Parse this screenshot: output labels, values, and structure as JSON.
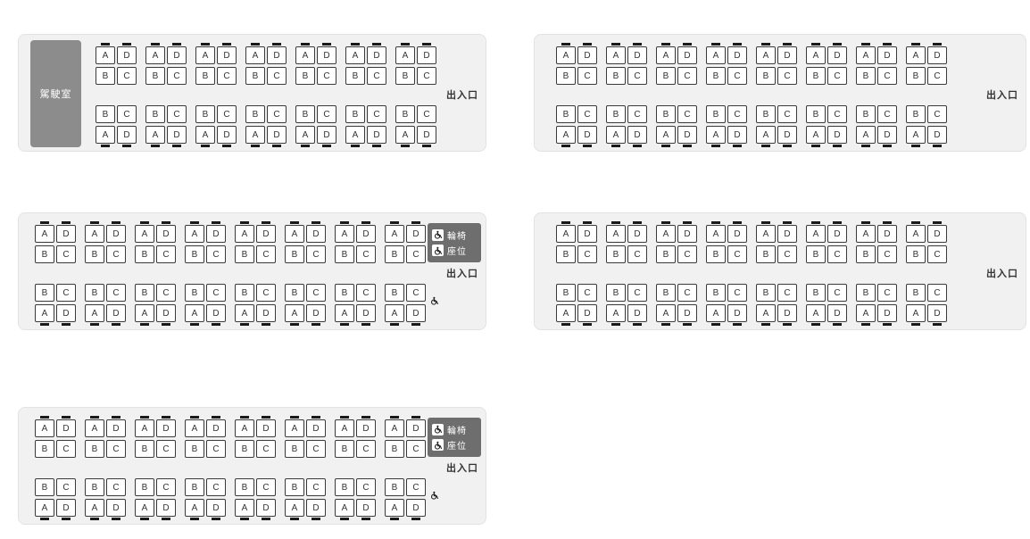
{
  "colors": {
    "page_bg": "#ffffff",
    "car_bg": "#f1f1f1",
    "car_border": "#e3e3e3",
    "seat_bg": "#ffffff",
    "seat_border": "#3a3a3a",
    "seat_text": "#333333",
    "headrest": "#1a1a1a",
    "cab_bg": "#8c8c8c",
    "cab_text": "#ffffff",
    "exit_text": "#333333",
    "wheelchair_zone_bg": "#6e6e6e",
    "wheelchair_zone_text": "#ffffff",
    "wheelchair_glyph": "#222222"
  },
  "labels": {
    "driver_cab": "駕駛室",
    "exit": "出入口",
    "wheelchair_line1": "輪椅",
    "wheelchair_line2": "座位"
  },
  "seat_rows": {
    "upper_bank": [
      [
        "A",
        "D"
      ],
      [
        "B",
        "C"
      ]
    ],
    "lower_bank": [
      [
        "B",
        "C"
      ],
      [
        "A",
        "D"
      ]
    ]
  },
  "cars": [
    {
      "id": "car-1",
      "position": "top-left",
      "driver_cab": true,
      "wheelchair_zone": false,
      "wheelchair_seat_marker": false,
      "columns_upper": 7,
      "columns_lower": 7,
      "exit_label": "出入口"
    },
    {
      "id": "car-2",
      "position": "top-right",
      "driver_cab": false,
      "wheelchair_zone": false,
      "wheelchair_seat_marker": false,
      "columns_upper": 8,
      "columns_lower": 8,
      "exit_label": "出入口"
    },
    {
      "id": "car-3",
      "position": "middle-left",
      "driver_cab": false,
      "wheelchair_zone": true,
      "wheelchair_seat_marker": true,
      "columns_upper": 8,
      "columns_lower": 8,
      "exit_label": "出入口"
    },
    {
      "id": "car-4",
      "position": "middle-right",
      "driver_cab": false,
      "wheelchair_zone": false,
      "wheelchair_seat_marker": false,
      "columns_upper": 8,
      "columns_lower": 8,
      "exit_label": "出入口"
    },
    {
      "id": "car-5",
      "position": "bottom-left",
      "driver_cab": false,
      "wheelchair_zone": true,
      "wheelchair_seat_marker": true,
      "columns_upper": 8,
      "columns_lower": 8,
      "exit_label": "出入口"
    }
  ]
}
